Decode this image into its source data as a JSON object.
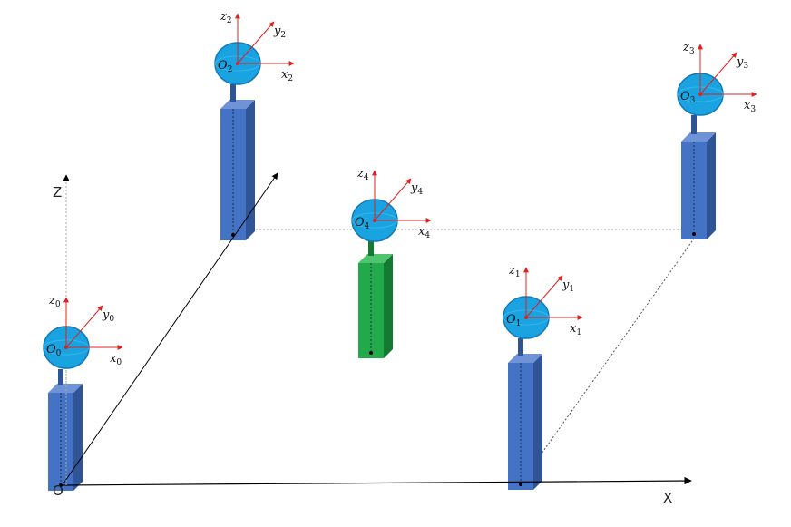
{
  "axes": {
    "origin_label": "O",
    "x_label": "X",
    "z_label": "Z"
  },
  "colors": {
    "pillar_front": "#4472c4",
    "pillar_side": "#2f5597",
    "pillar_top": "#6f93d6",
    "green_front": "#22a94a",
    "green_side": "#137a32",
    "green_top": "#4fc46f",
    "sphere": "#19a3e0",
    "sphere_edge": "#1579b8",
    "frame_axis": "#e02020"
  },
  "nodes": [
    {
      "id": "0",
      "color": "blue",
      "origin": {
        "base": "O",
        "sub": "0"
      },
      "x": {
        "base": "x",
        "sub": "0"
      },
      "y": {
        "base": "y",
        "sub": "0"
      },
      "z": {
        "base": "z",
        "sub": "0"
      }
    },
    {
      "id": "1",
      "color": "blue",
      "origin": {
        "base": "O",
        "sub": "1"
      },
      "x": {
        "base": "x",
        "sub": "1"
      },
      "y": {
        "base": "y",
        "sub": "1"
      },
      "z": {
        "base": "z",
        "sub": "1"
      }
    },
    {
      "id": "2",
      "color": "blue",
      "origin": {
        "base": "O",
        "sub": "2"
      },
      "x": {
        "base": "x",
        "sub": "2"
      },
      "y": {
        "base": "y",
        "sub": "2"
      },
      "z": {
        "base": "z",
        "sub": "2"
      }
    },
    {
      "id": "3",
      "color": "blue",
      "origin": {
        "base": "O",
        "sub": "3"
      },
      "x": {
        "base": "x",
        "sub": "3"
      },
      "y": {
        "base": "y",
        "sub": "3"
      },
      "z": {
        "base": "z",
        "sub": "3"
      }
    },
    {
      "id": "4",
      "color": "green",
      "origin": {
        "base": "O",
        "sub": "4"
      },
      "x": {
        "base": "x",
        "sub": "4"
      },
      "y": {
        "base": "y",
        "sub": "4"
      },
      "z": {
        "base": "z",
        "sub": "4"
      }
    }
  ]
}
